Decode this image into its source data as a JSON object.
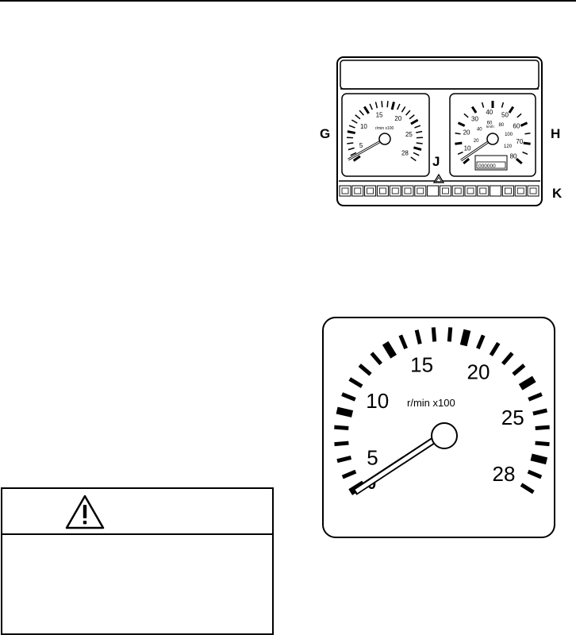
{
  "panel_figure": {
    "callouts": {
      "g": "G",
      "h": "H",
      "j": "J",
      "k": "K"
    },
    "tachometer": {
      "ticks": [
        "5",
        "10",
        "15",
        "20",
        "25",
        "28"
      ],
      "unit": "r/min x100"
    },
    "speedometer": {
      "outer_ticks": [
        "10",
        "20",
        "30",
        "40",
        "50",
        "60",
        "70",
        "80"
      ],
      "inner_ticks": [
        "20",
        "40",
        "60",
        "80",
        "100",
        "120"
      ],
      "unit_inner": "km/h",
      "odometer": "000000"
    }
  },
  "tachometer_detail": {
    "ticks": [
      "5",
      "10",
      "15",
      "20",
      "25",
      "28"
    ],
    "unit": "r/min x100",
    "needle_label": "0"
  },
  "warning_box": {
    "icon": "warning-triangle-icon",
    "body": ""
  }
}
